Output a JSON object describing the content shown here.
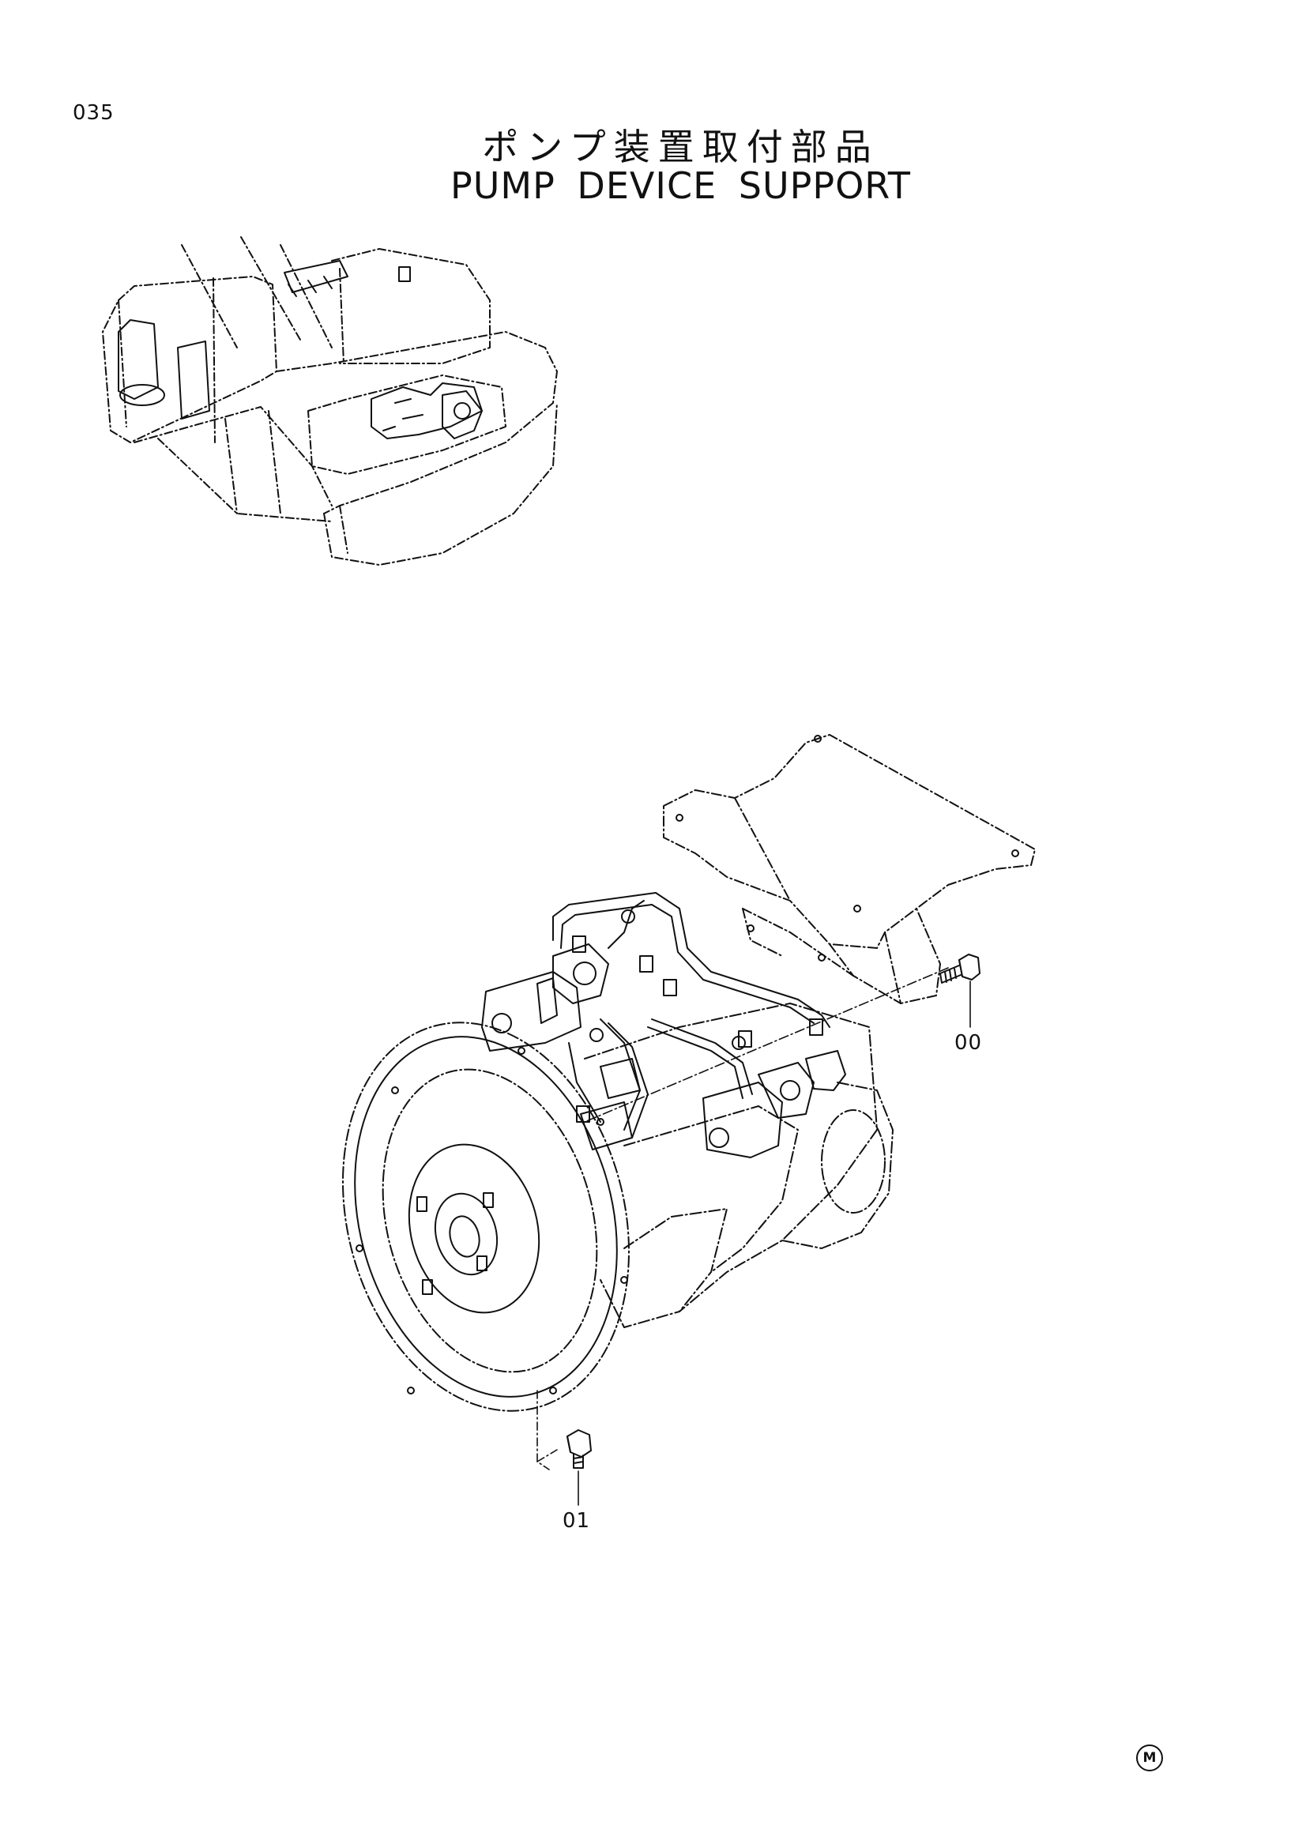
{
  "page": {
    "number": "035",
    "title_jp": "ポンプ装置取付部品",
    "title_en": "PUMP DEVICE SUPPORT"
  },
  "callouts": [
    {
      "label": "00",
      "part": "bolt-upper"
    },
    {
      "label": "01",
      "part": "bolt-lower"
    }
  ],
  "marks": {
    "corner_symbol": "M"
  },
  "colors": {
    "line": "#111111",
    "background": "#ffffff"
  }
}
